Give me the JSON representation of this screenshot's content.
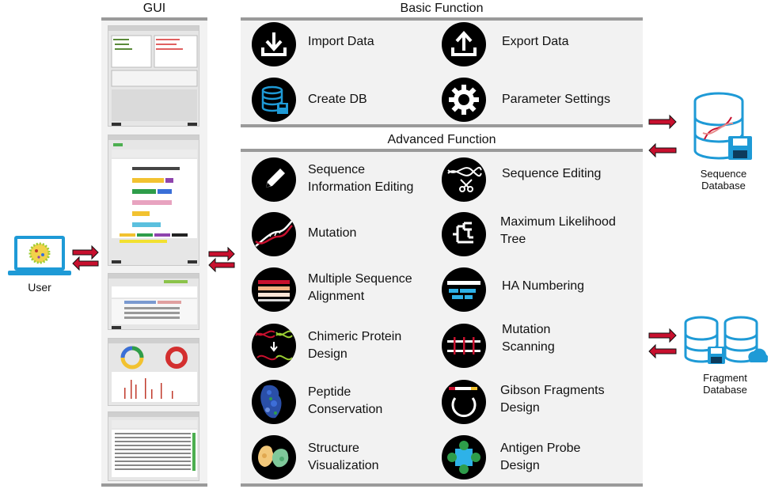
{
  "gui": {
    "title": "GUI"
  },
  "user": {
    "label": "User"
  },
  "basic": {
    "title": "Basic Function",
    "items": [
      {
        "label": "Import Data",
        "icon": "import-icon"
      },
      {
        "label": "Export Data",
        "icon": "export-icon"
      },
      {
        "label": "Create DB",
        "icon": "database-icon"
      },
      {
        "label": "Parameter Settings",
        "icon": "gear-icon"
      }
    ]
  },
  "advanced": {
    "title": "Advanced Function",
    "items": [
      {
        "line1": "Sequence",
        "line2": "Information Editing",
        "icon": "pencil-icon"
      },
      {
        "line1": "Sequence Editing",
        "line2": "",
        "icon": "scissors-dna-icon"
      },
      {
        "line1": "Mutation",
        "line2": "",
        "icon": "mutation-dna-icon"
      },
      {
        "line1": "Maximum Likelihood",
        "line2": "Tree",
        "icon": "tree-icon"
      },
      {
        "line1": "Multiple Sequence",
        "line2": "Alignment",
        "icon": "alignment-icon"
      },
      {
        "line1": "HA Numbering",
        "line2": "",
        "icon": "numbering-icon"
      },
      {
        "line1": "Chimeric Protein",
        "line2": "Design",
        "icon": "chimeric-icon"
      },
      {
        "line1": "Mutation",
        "line2": "Scanning",
        "icon": "scanning-icon"
      },
      {
        "line1": "Peptide",
        "line2": "Conservation",
        "icon": "peptide-icon"
      },
      {
        "line1": "Gibson Fragments",
        "line2": "Design",
        "icon": "gibson-icon"
      },
      {
        "line1": "Structure",
        "line2": "Visualization",
        "icon": "structure-icon"
      },
      {
        "line1": "Antigen Probe",
        "line2": "Design",
        "icon": "probe-icon"
      }
    ]
  },
  "sequence_db": {
    "line1": "Sequence",
    "line2": "Database"
  },
  "fragment_db": {
    "line1": "Fragment",
    "line2": "Database"
  },
  "colors": {
    "arrow_red": "#c8102e",
    "db_blue": "#1e9ad6",
    "bar_gray": "#9a9a9a"
  }
}
